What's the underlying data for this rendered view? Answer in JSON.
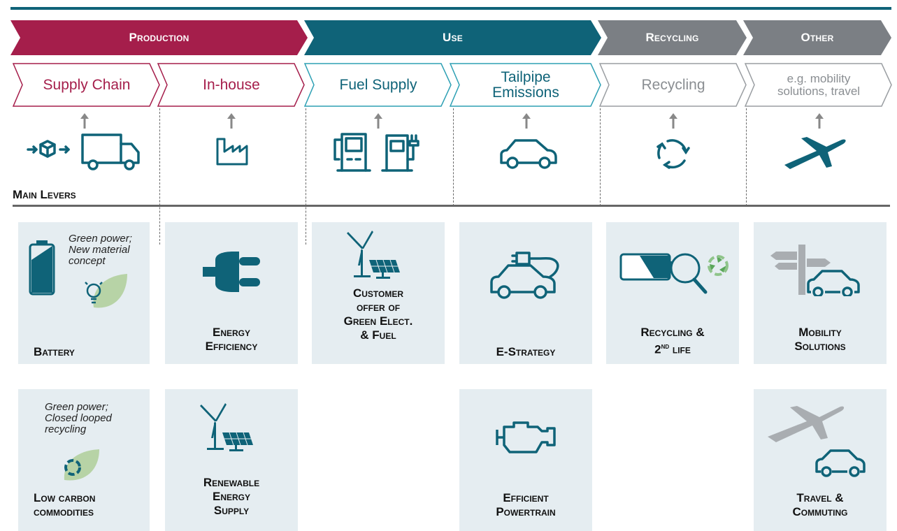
{
  "phases": {
    "production": {
      "label": "Production",
      "color": "#a51e4b"
    },
    "use": {
      "label": "Use",
      "color": "#0f6378"
    },
    "recycling": {
      "label": "Recycling",
      "color": "#7b7f84"
    },
    "other": {
      "label": "Other",
      "color": "#7b7f84"
    }
  },
  "stages": {
    "supply_chain": "Supply Chain",
    "in_house": "In-house",
    "fuel_supply": "Fuel Supply",
    "tailpipe_1": "Tailpipe",
    "tailpipe_2": "Emissions",
    "recycling": "Recycling",
    "other_1": "e.g. mobility",
    "other_2": "solutions, travel"
  },
  "main_levers_label": "Main Levers",
  "levers": {
    "battery": {
      "title": "Battery",
      "note_1": "Green power;",
      "note_2": "New material",
      "note_3": "concept"
    },
    "energy_efficiency": {
      "title_1": "Energy",
      "title_2": "Efficiency"
    },
    "customer_offer": {
      "title_1": "Customer",
      "title_2": "offer of",
      "title_3": "Green Elect.",
      "title_4": "& Fuel"
    },
    "e_strategy": {
      "title": "E-Strategy"
    },
    "recycling_2nd": {
      "title_1": "Recycling &",
      "title_2a": "2",
      "title_2sup": "nd",
      "title_2b": " life"
    },
    "mobility": {
      "title_1": "Mobility",
      "title_2": "Solutions"
    },
    "low_carbon": {
      "title_1": "Low carbon",
      "title_2": "commodities",
      "note_1": "Green power;",
      "note_2": "Closed looped",
      "note_3": "recycling"
    },
    "renewable": {
      "title_1": "Renewable",
      "title_2": "Energy",
      "title_3": "Supply"
    },
    "powertrain": {
      "title_1": "Efficient",
      "title_2": "Powertrain"
    },
    "travel": {
      "title_1": "Travel &",
      "title_2": "Commuting"
    }
  },
  "icons": [
    "box-icon",
    "truck-icon",
    "factory-icon",
    "fuel-pump-icon",
    "charging-station-icon",
    "car-icon",
    "recycle-icon",
    "airplane-icon",
    "battery-icon",
    "lightbulb-icon",
    "leaf-icon",
    "plug-icon",
    "wind-turbine-icon",
    "solar-panel-icon",
    "ev-car-icon",
    "magnifier-icon",
    "signpost-icon",
    "engine-icon"
  ],
  "colors": {
    "production": "#a51e4b",
    "use": "#0f6378",
    "gray": "#7b7f84",
    "card_bg": "#e5edf1",
    "icon": "#0f6378",
    "leaf": "#9bc28b"
  }
}
